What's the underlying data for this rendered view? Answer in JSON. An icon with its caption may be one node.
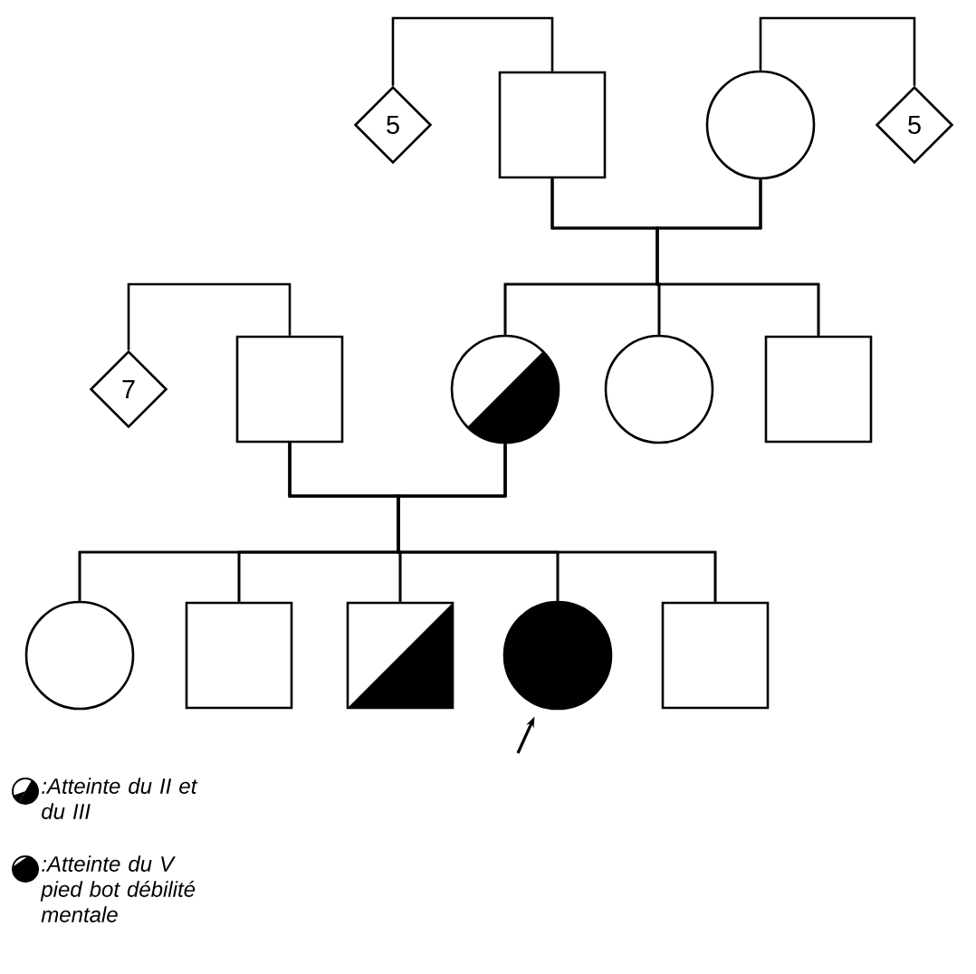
{
  "diagram": {
    "nodes": [
      {
        "text": [
          "5"
        ]
      },
      {
        "text": [],
        "shape": "box"
      },
      {
        "text": [],
        "shape": "circle"
      },
      {
        "text": [
          "5"
        ]
      },
      {
        "text": [
          "7"
        ]
      },
      {
        "text": [],
        "shape": "box"
      },
      {
        "text": [],
        "shape": "circle"
      },
      {
        "text": [],
        "shape": "circle"
      },
      {
        "text": [],
        "shape": "box"
      },
      {
        "text": [],
        "shape": "circle"
      },
      {
        "text": [],
        "shape": "box"
      },
      {
        "text": [],
        "shape": "box"
      },
      {
        "text": [],
        "shape": "circle"
      },
      {
        "text": [],
        "shape": "box"
      }
    ],
    "edges": [
      {
        "from": 0,
        "to": 1,
        "arrow": "none"
      },
      {
        "from": 2,
        "to": 3,
        "arrow": "none"
      },
      {
        "from": 1,
        "to": 2,
        "arrow": "none"
      },
      {
        "from": 1,
        "to": 6,
        "arrow": "none"
      },
      {
        "from": 1,
        "to": 7,
        "arrow": "none"
      },
      {
        "from": 1,
        "to": 8,
        "arrow": "none"
      },
      {
        "from": 2,
        "to": 6,
        "arrow": "none"
      },
      {
        "from": 2,
        "to": 7,
        "arrow": "none"
      },
      {
        "from": 2,
        "to": 8,
        "arrow": "none"
      },
      {
        "from": 4,
        "to": 5,
        "arrow": "none"
      },
      {
        "from": 5,
        "to": 6,
        "arrow": "none"
      },
      {
        "from": 5,
        "to": 9,
        "arrow": "none"
      },
      {
        "from": 5,
        "to": 10,
        "arrow": "none"
      },
      {
        "from": 5,
        "to": 11,
        "arrow": "none"
      },
      {
        "from": 5,
        "to": 12,
        "arrow": "none"
      },
      {
        "from": 5,
        "to": 13,
        "arrow": "none"
      },
      {
        "from": 6,
        "to": 9,
        "arrow": "none"
      },
      {
        "from": 6,
        "to": 10,
        "arrow": "none"
      },
      {
        "from": 6,
        "to": 11,
        "arrow": "none"
      },
      {
        "from": 6,
        "to": 12,
        "arrow": "none"
      },
      {
        "from": 6,
        "to": 13,
        "arrow": "none"
      },
      {
        "from": null,
        "to": 12,
        "arrow": "to"
      }
    ],
    "legend": [
      {
        "text": ":Atteinte du II et du III"
      },
      {
        "text": ":Atteinte du V pied bot débilité mentale"
      }
    ]
  }
}
